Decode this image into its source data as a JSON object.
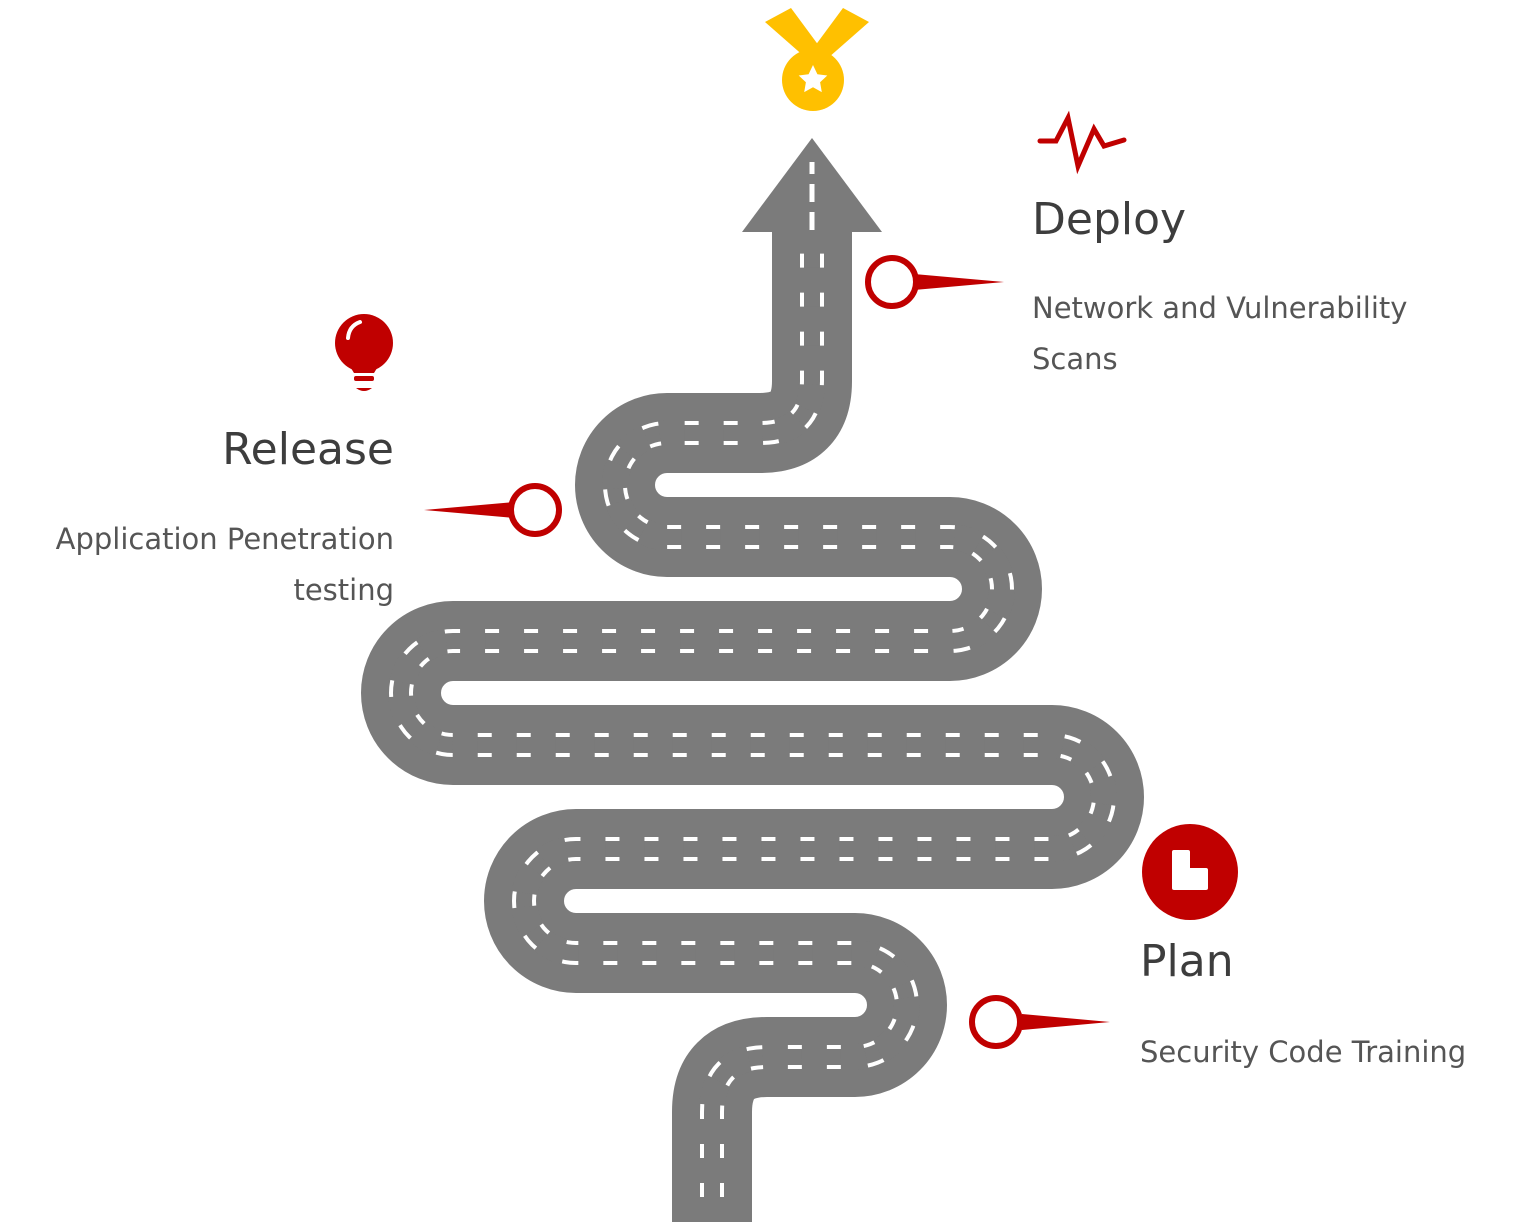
{
  "colors": {
    "road": "#7b7b7b",
    "road_stripe": "#ffffff",
    "accent_red": "#c00000",
    "medal_gold": "#ffc000",
    "title_text": "#3d3d3d",
    "desc_text": "#555555"
  },
  "goal": {
    "icon": "medal-star-icon"
  },
  "stages": [
    {
      "id": "plan",
      "title": "Plan",
      "description_lines": [
        "Security Code Training"
      ],
      "icon": "chat-bubble-icon"
    },
    {
      "id": "release",
      "title": "Release",
      "description_lines": [
        "Application Penetration",
        "testing"
      ],
      "icon": "lightbulb-icon"
    },
    {
      "id": "deploy",
      "title": "Deploy",
      "description_lines": [
        "Network and Vulnerability",
        "Scans"
      ],
      "icon": "heartbeat-pulse-icon"
    }
  ]
}
